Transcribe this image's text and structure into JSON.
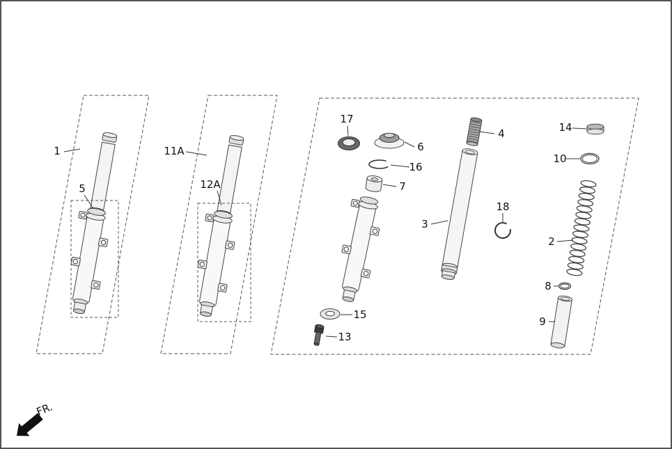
{
  "canvas": {
    "background": "#ffffff",
    "line_color": "#444444",
    "border_color": "#1a1a1a"
  },
  "labels": {
    "part1": "1",
    "part2": "2",
    "part3": "3",
    "part4": "4",
    "part5": "5",
    "part6": "6",
    "part7": "7",
    "part8": "8",
    "part9": "9",
    "part10": "10",
    "part11a": "11A",
    "part12a": "12A",
    "part13": "13",
    "part14": "14",
    "part15": "15",
    "part16": "16",
    "part17": "17",
    "part18": "18",
    "fr": "FR."
  }
}
